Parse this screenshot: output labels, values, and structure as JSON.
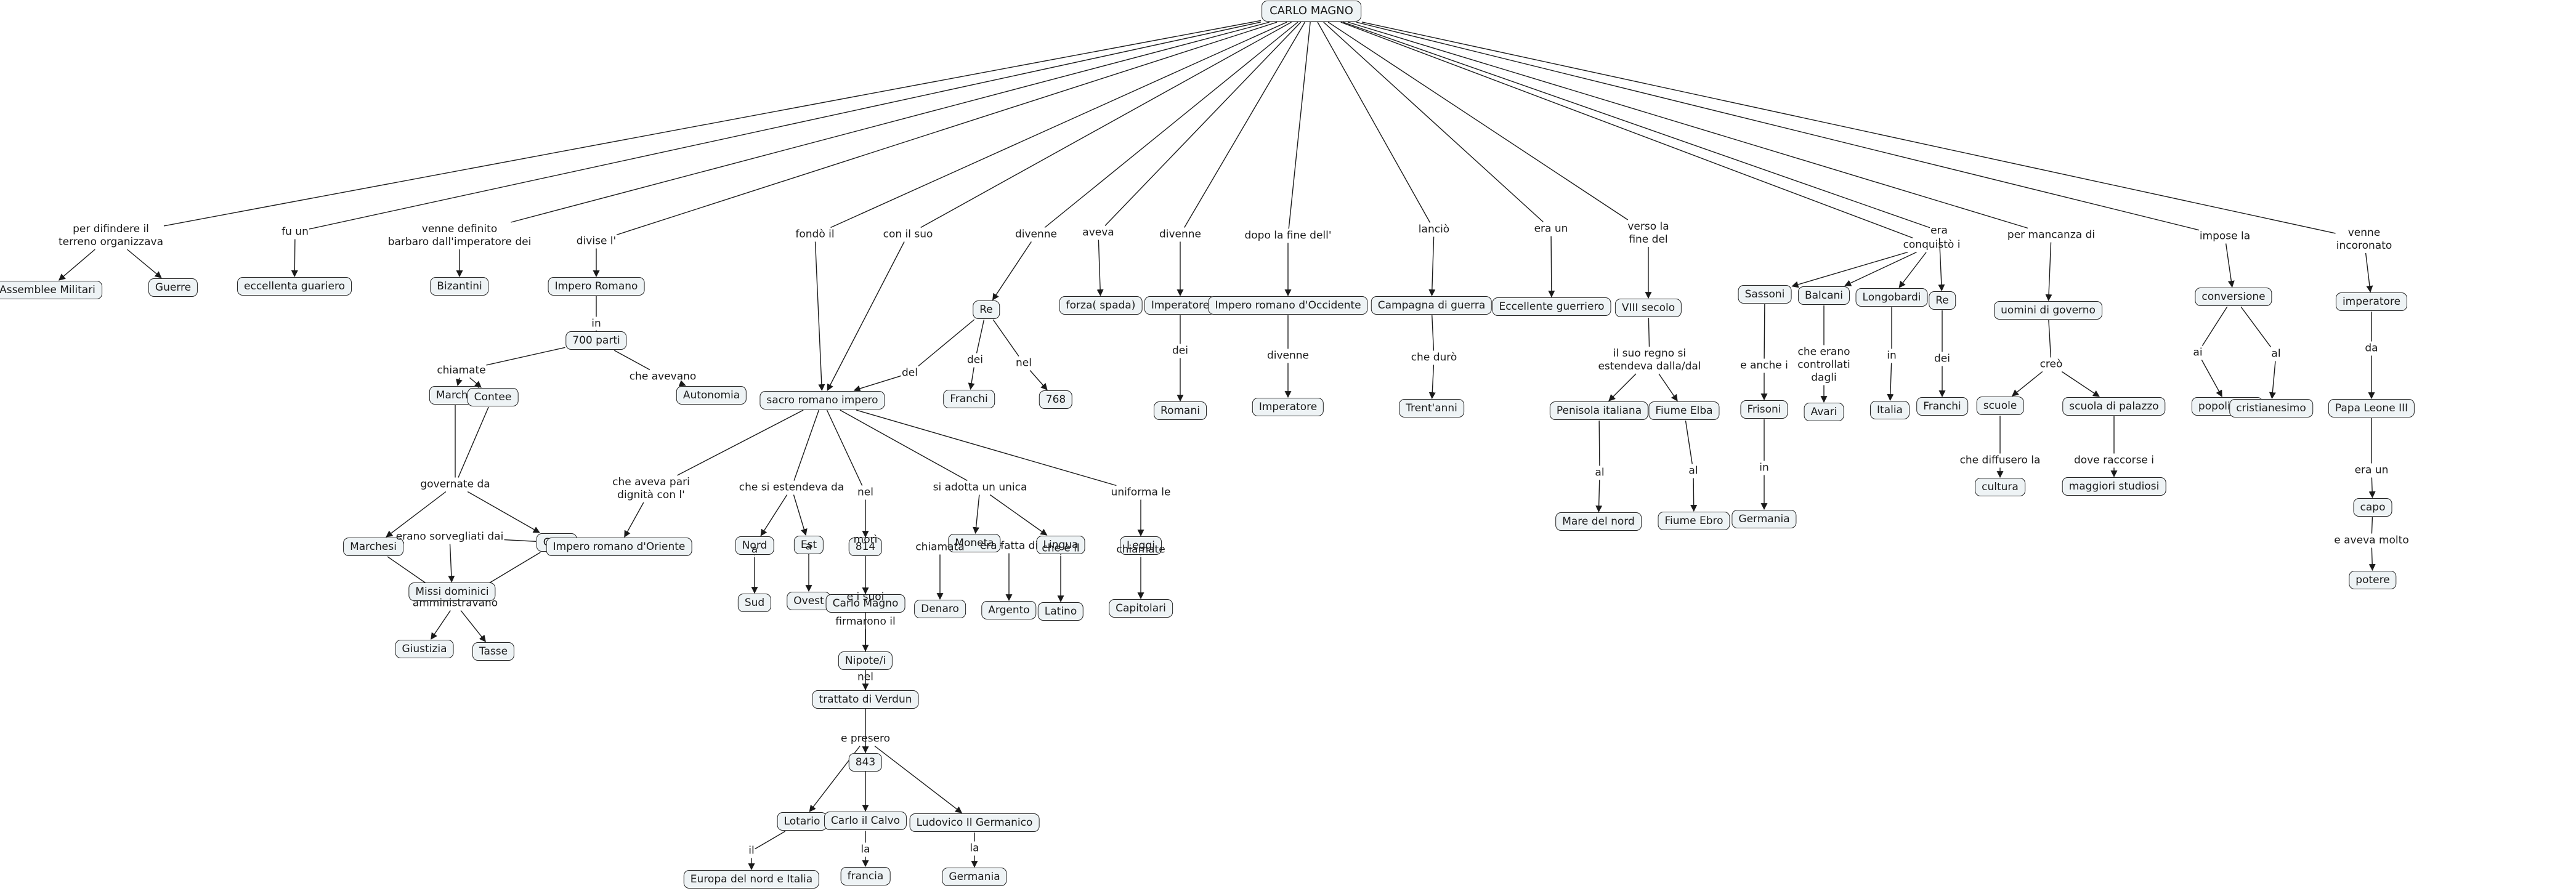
{
  "title": "CARLO MAGNO",
  "nodes": {
    "root": "CARLO MAGNO",
    "assemblee": "Assemblee Militari",
    "guerre": "Guerre",
    "eccellenta": "eccellenta guariero",
    "bizantini": "Bizantini",
    "imperoRomano": "Impero Romano",
    "p700": "700 parti",
    "marche": "Marche",
    "contee": "Contee",
    "autonomia": "Autonomia",
    "marchesi": "Marchesi",
    "conti": "Conti",
    "missi": "Missi dominici",
    "giustizia": "Giustizia",
    "tasse": "Tasse",
    "sacro": "sacro romano impero",
    "oriente": "Impero romano d'Oriente",
    "nord": "Nord",
    "est": "Est",
    "sud": "Sud",
    "ovest": "Ovest",
    "n814": "814",
    "carloMagno": "Carlo Magno",
    "nipoti": "Nipote/i",
    "verdun": "trattato di Verdun",
    "n843": "843",
    "lotario": "Lotario",
    "calvo": "Carlo il Calvo",
    "ludovico": "Ludovico Il Germanico",
    "europa": "Europa del nord e Italia",
    "francia": "francia",
    "germania1": "Germania",
    "moneta": "Moneta",
    "lingua": "Lingua",
    "leggi": "Leggi",
    "denaro": "Denaro",
    "argento": "Argento",
    "latino": "Latino",
    "capitolari": "Capitolari",
    "re1": "Re",
    "franchi1": "Franchi",
    "n768": "768",
    "forza": "forza( spada)",
    "imperatore1": "Imperatore",
    "romani": "Romani",
    "occidente": "Impero romano d'Occidente",
    "imperatore2": "Imperatore",
    "campagna": "Campagna di guerra",
    "trentanni": "Trent'anni",
    "eccellente": "Eccellente guerriero",
    "viii": "VIII secolo",
    "penisola": "Penisola italiana",
    "elba": "Fiume Elba",
    "mare": "Mare del nord",
    "ebro": "Fiume Ebro",
    "sassoni": "Sassoni",
    "balcani": "Balcani",
    "longobardi": "Longobardi",
    "frisoni": "Frisoni",
    "germania2": "Germania",
    "avari": "Avari",
    "italia": "Italia",
    "re2": "Re",
    "franchi2": "Franchi",
    "uomini": "uomini di governo",
    "scuole": "scuole",
    "palazzo": "scuola di palazzo",
    "cultura": "cultura",
    "studiosi": "maggiori studiosi",
    "conversione": "conversione",
    "popoli": "popoli vinti",
    "cristianesimo": "cristianesimo",
    "imperatore3": "imperatore",
    "papa": "Papa Leone III",
    "capo": "capo",
    "potere": "potere"
  },
  "phrases": {
    "difendere": "per difindere il\nterreno organizzava",
    "fuun": "fu un",
    "venneDef": "venne definito\nbarbaro dall'imperatore dei",
    "divise": "divise l'",
    "in1": "in",
    "chiamate1": "chiamate",
    "cheavevano": "che avevano",
    "governate": "governate da",
    "sorvegliati": "erano sorvegliati dai",
    "amministravano": "amministravano",
    "fondo": "fondò il",
    "conilsuo": "con il suo",
    "pari": "che aveva pari\ndignità con l'",
    "estendeva": "che si estendeva da",
    "a1": "a",
    "a2": "a",
    "nel1": "nel",
    "mori": "morì",
    "eisuoi": "e i suoi",
    "firmarono": "firmarono il",
    "nel2": "nel",
    "presero": "e presero",
    "il": "il",
    "la1": "la",
    "la2": "la",
    "adotta": "si adotta un unica",
    "chiamata": "chiamata",
    "fatta": "era fatta di",
    "cheeil": "che è il",
    "uniforma": "uniforma le",
    "chiamate2": "chiamate",
    "divenne1": "divenne",
    "del": "del",
    "dei1": "dei",
    "nel3": "nel",
    "aveva": "aveva",
    "divenne2": "divenne",
    "dei2": "dei",
    "dopo": "dopo la fine dell'",
    "divenne3": "divenne",
    "lancio": "lanciò",
    "duro": "che durò",
    "eraun1": "era un",
    "verso": "verso la\nfine del",
    "regno": "il suo regno si\nestendeva dalla/dal",
    "al1": "al",
    "al2": "al",
    "conquisto": "conquistò i",
    "eanche": "e anche i",
    "in2": "in",
    "controllati": "che erano\ncontrollati\ndagli",
    "in3": "in",
    "era": "era",
    "dei3": "dei",
    "mancanza": "per mancanza di",
    "creo": "creò",
    "diffusero": "che diffusero la",
    "raccorse": "dove raccorse i",
    "impose": "impose la",
    "ai": "ai",
    "al3": "al",
    "incoronato": "venne\nincoronato",
    "da": "da",
    "eraun2": "era un",
    "molto": "e aveva molto"
  },
  "colors": {
    "node_fill": "#eef3f5",
    "node_border": "#222222",
    "line": "#1a1a1a"
  }
}
